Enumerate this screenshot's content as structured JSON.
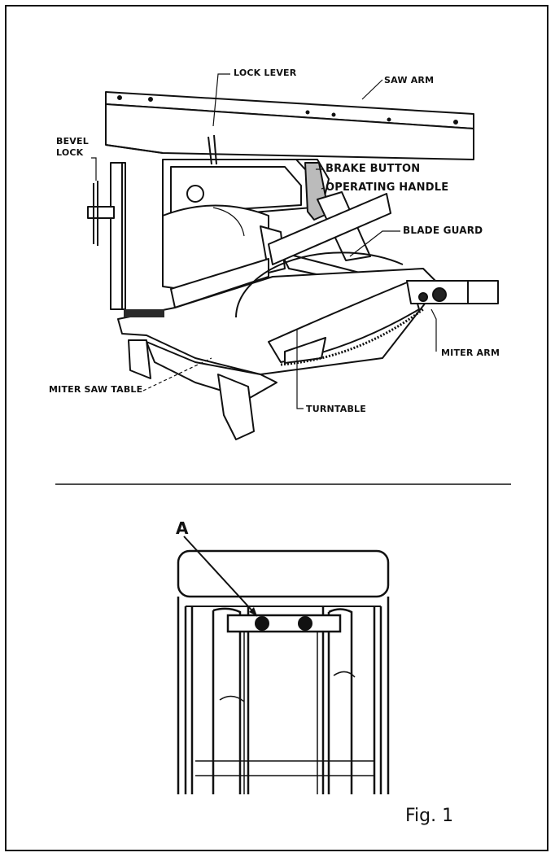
{
  "labels": {
    "lock_lever": "LOCK LEVER",
    "saw_arm": "SAW ARM",
    "bevel_lock_1": "BEVEL",
    "bevel_lock_2": "LOCK",
    "brake_button": "BRAKE BUTTON",
    "operating_handle": "OPERATING HANDLE",
    "blade_guard": "BLADE GUARD",
    "miter_arm": "MITER ARM",
    "miter_saw_table": "MITER SAW TABLE",
    "turntable": "TURNTABLE"
  },
  "detail_label": "A",
  "figure_caption": "Fig. 1",
  "colors": {
    "ink": "#111111",
    "paper": "#ffffff",
    "shade": "#2a2a2a"
  }
}
